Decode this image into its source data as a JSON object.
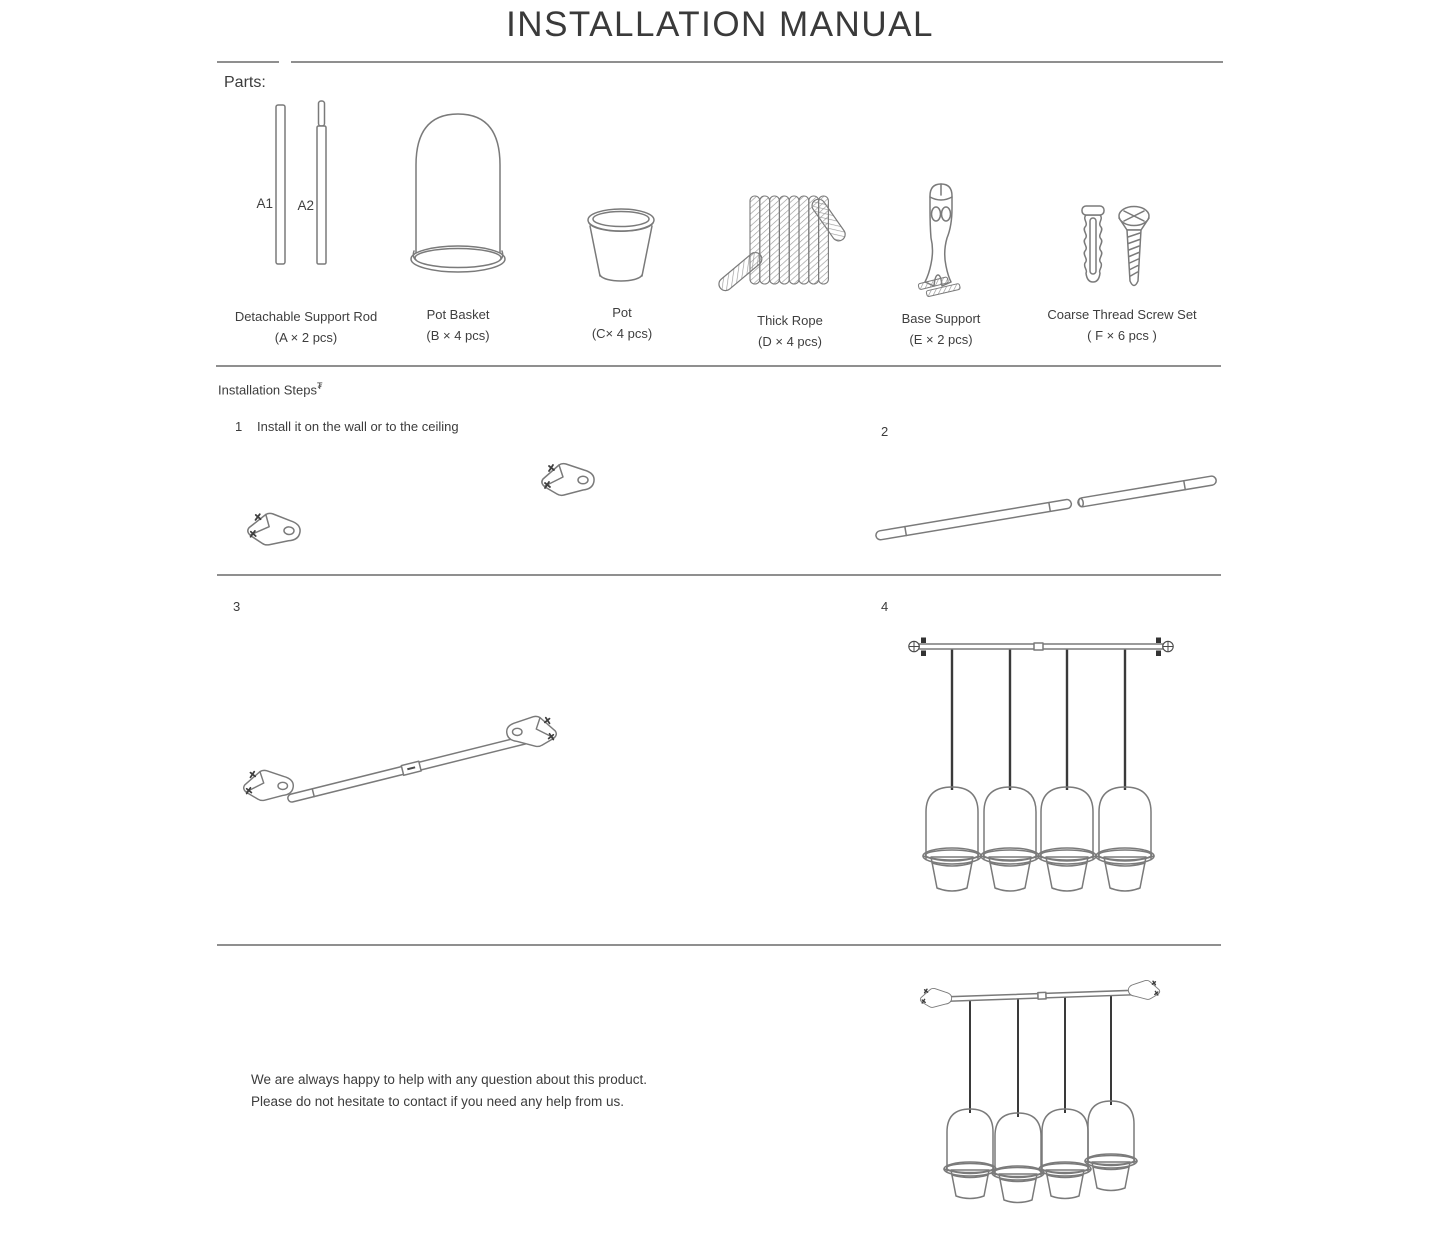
{
  "title": "INSTALLATION MANUAL",
  "parts": {
    "heading": "Parts:",
    "rod_labels": {
      "a1": "A1",
      "a2": "A2"
    },
    "items": [
      {
        "name": "Detachable Support Rod",
        "qty": "(A × 2 pcs)"
      },
      {
        "name": "Pot Basket",
        "qty": "(B × 4 pcs)"
      },
      {
        "name": "Pot",
        "qty": "(C× 4 pcs)"
      },
      {
        "name": "Thick Rope",
        "qty": "(D × 4 pcs)"
      },
      {
        "name": "Base Support",
        "qty": "(E × 2 pcs)"
      },
      {
        "name": "Coarse Thread Screw Set",
        "qty": "( F × 6 pcs )"
      }
    ]
  },
  "steps": {
    "heading": "Installation Steps",
    "heading_mark": "₮",
    "items": [
      {
        "number": "1",
        "text": "Install it on the wall or to the ceiling"
      },
      {
        "number": "2"
      },
      {
        "number": "3"
      },
      {
        "number": "4"
      }
    ]
  },
  "footer": {
    "line1": "We are always happy to help with any question about this product.",
    "line2": "Please do not hesitate to contact if you need any help from us."
  }
}
